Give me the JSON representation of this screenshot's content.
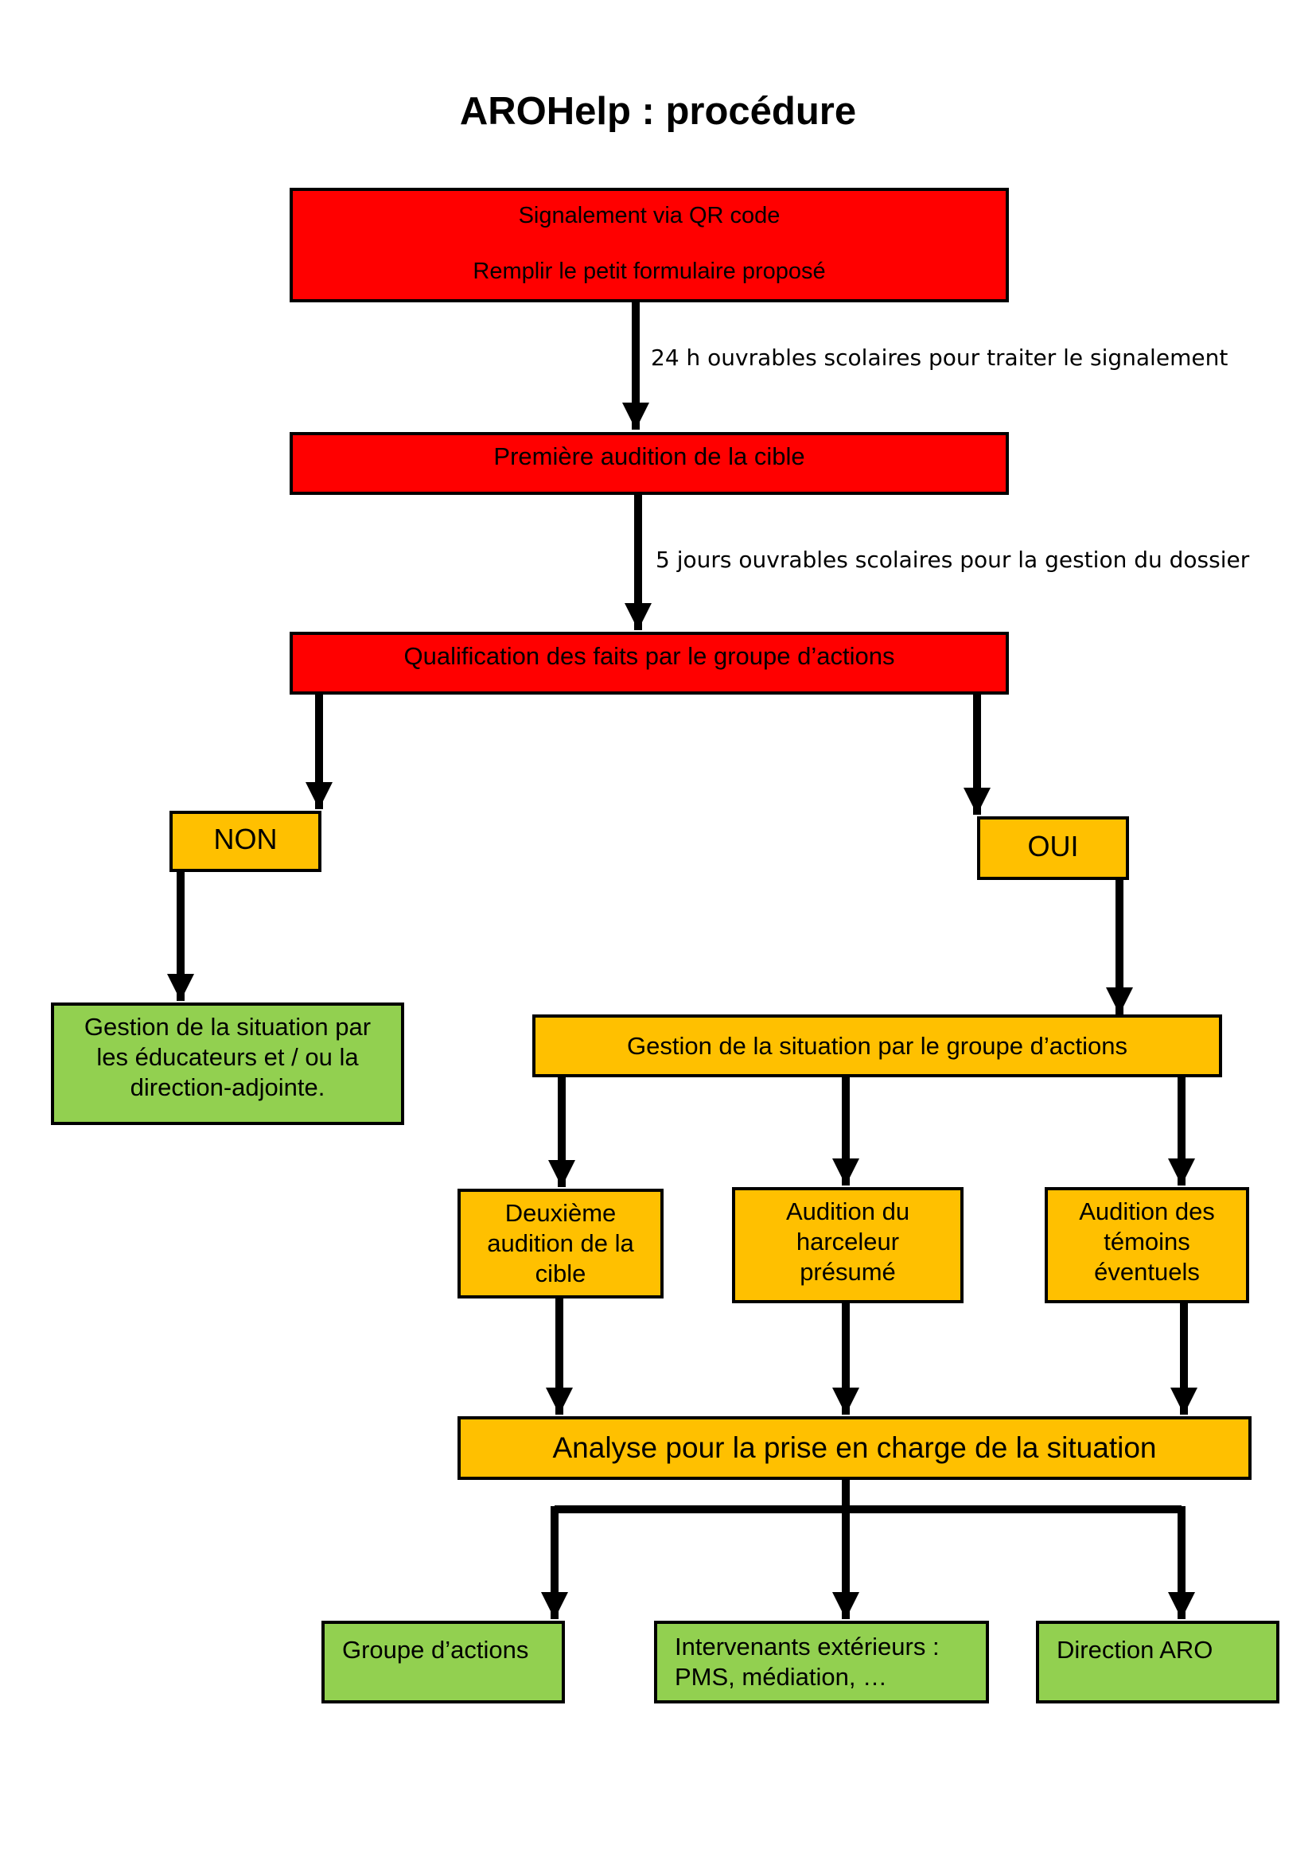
{
  "title": "AROHelp : procédure",
  "colors": {
    "red": "#ff0000",
    "yellow": "#ffc000",
    "green": "#92d050",
    "border": "#000000"
  },
  "steps": {
    "signalement": {
      "line1": "Signalement via QR code",
      "line2": "Remplir le petit formulaire proposé"
    },
    "premiere_audition": "Première audition de la cible",
    "qualification": "Qualification des faits par le groupe d’actions",
    "non": "NON",
    "oui": "OUI",
    "gestion_educateurs": {
      "line1": "Gestion de la situation par",
      "line2": "les éducateurs et / ou la",
      "line3": "direction-adjointe."
    },
    "gestion_groupe": "Gestion de la situation par le groupe d’actions",
    "deuxieme_audition": {
      "line1": "Deuxième",
      "line2": "audition de la",
      "line3": "cible"
    },
    "audition_harceleur": {
      "line1": "Audition du",
      "line2": "harceleur",
      "line3": "présumé"
    },
    "audition_temoins": {
      "line1": "Audition des",
      "line2": "témoins",
      "line3": "éventuels"
    },
    "analyse": "Analyse pour la prise en charge de la situation",
    "groupe_actions": "Groupe d’actions",
    "intervenants": {
      "line1": "Intervenants extérieurs :",
      "line2": "PMS, médiation, …"
    },
    "direction_aro": "Direction ARO"
  },
  "edge_labels": {
    "delai_24h": "24 h ouvrables scolaires pour traiter le signalement",
    "delai_5j": "5 jours ouvrables scolaires pour la gestion du dossier"
  }
}
